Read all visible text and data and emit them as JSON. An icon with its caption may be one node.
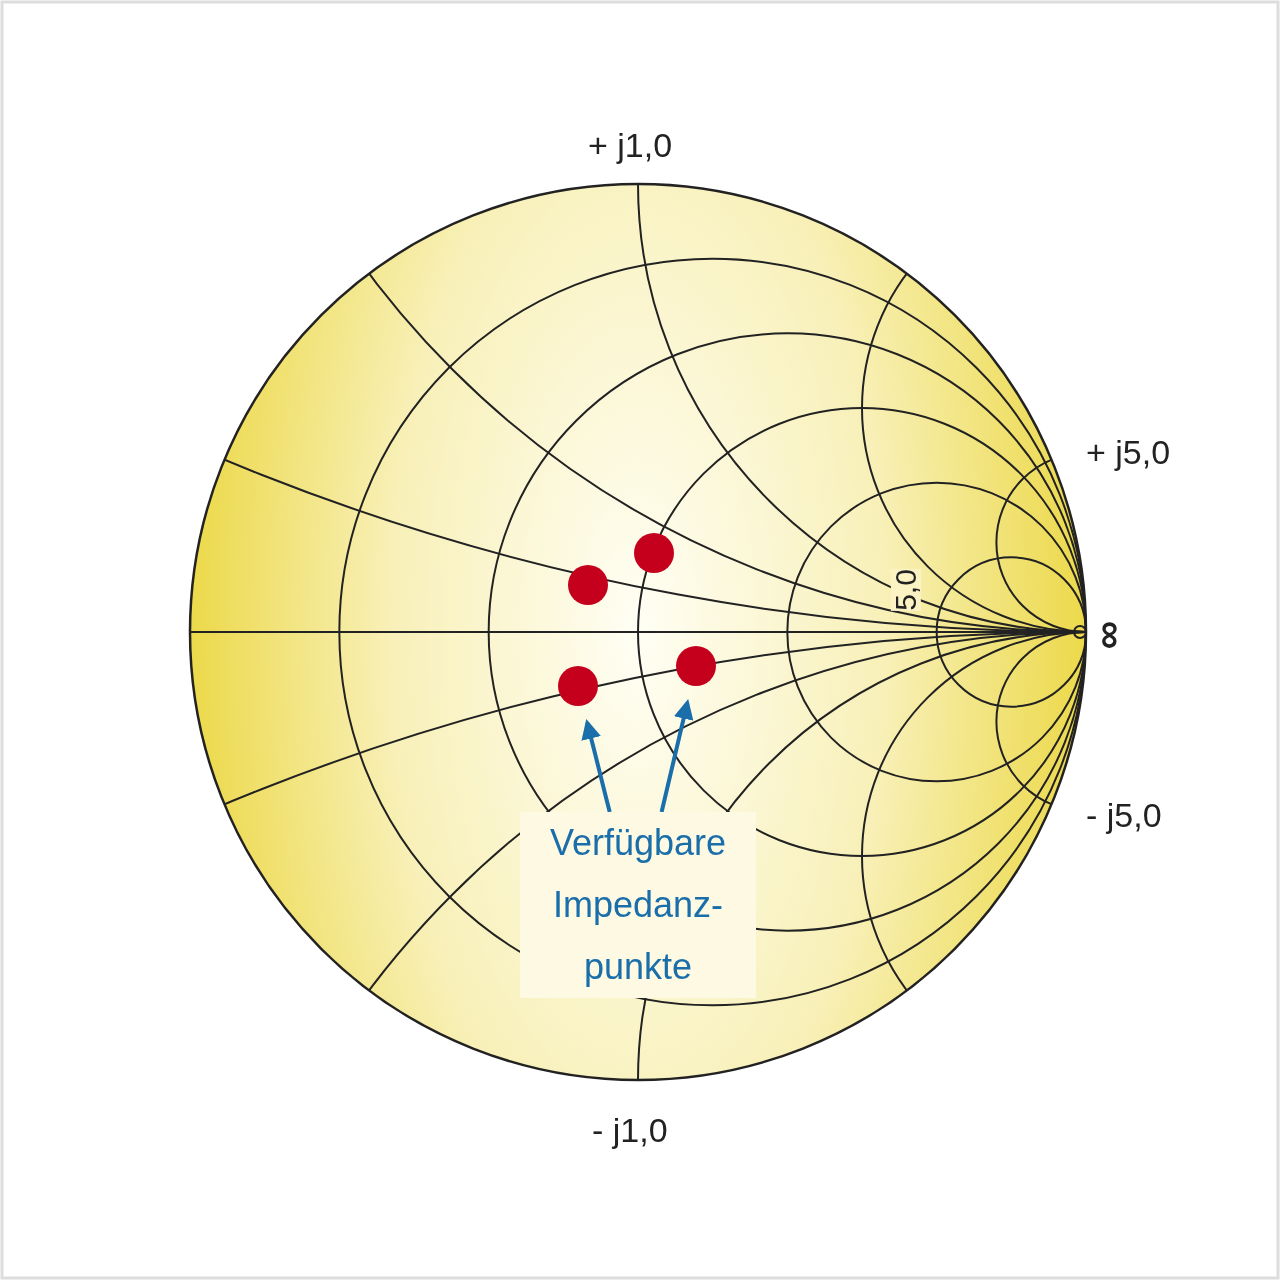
{
  "diagram": {
    "nodes": [
      {
        "text": [],
        "shape": "circle"
      },
      {
        "text": [],
        "shape": "circle"
      },
      {
        "text": [],
        "shape": "circle"
      },
      {
        "text": [],
        "shape": "circle"
      },
      {
        "text": [
          "Verfügbare Impedanz- punkte"
        ]
      }
    ],
    "edges": [
      {
        "from": 4,
        "to": 2,
        "arrow": "to"
      },
      {
        "from": 4,
        "to": 3,
        "arrow": "to"
      }
    ],
    "labels": [
      "+ j1,0",
      "+ j5,0",
      "5,0",
      "∞",
      "- j5,0",
      "- j1,0"
    ]
  }
}
